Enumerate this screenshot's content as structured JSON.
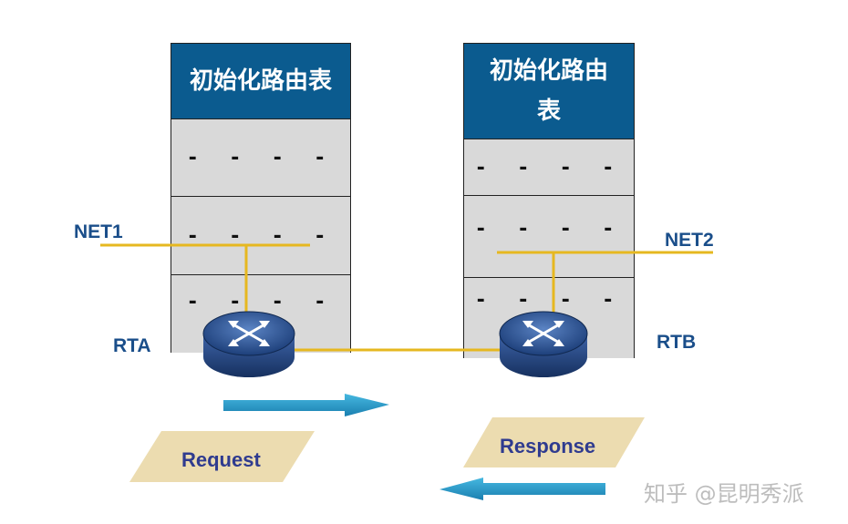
{
  "left_table": {
    "header": "初始化路由表",
    "rows": [
      "- - - -",
      "- - - -",
      "- - - -"
    ]
  },
  "right_table": {
    "header_line1": "初始化路由",
    "header_line2": "表",
    "rows": [
      "- - - -",
      "- - - -",
      "- - - -"
    ]
  },
  "nodes": {
    "net1": "NET1",
    "net2": "NET2",
    "rta": "RTA",
    "rtb": "RTB"
  },
  "messages": {
    "request": "Request",
    "response": "Response"
  },
  "watermark": "知乎 @昆明秀派",
  "colors": {
    "header_bg": "#0b5b8f",
    "cell_bg": "#d9d9d9",
    "link": "#e6b820",
    "label": "#1a4e8a",
    "message_bg": "#ecdcb0",
    "arrow": "#1f97c8"
  }
}
